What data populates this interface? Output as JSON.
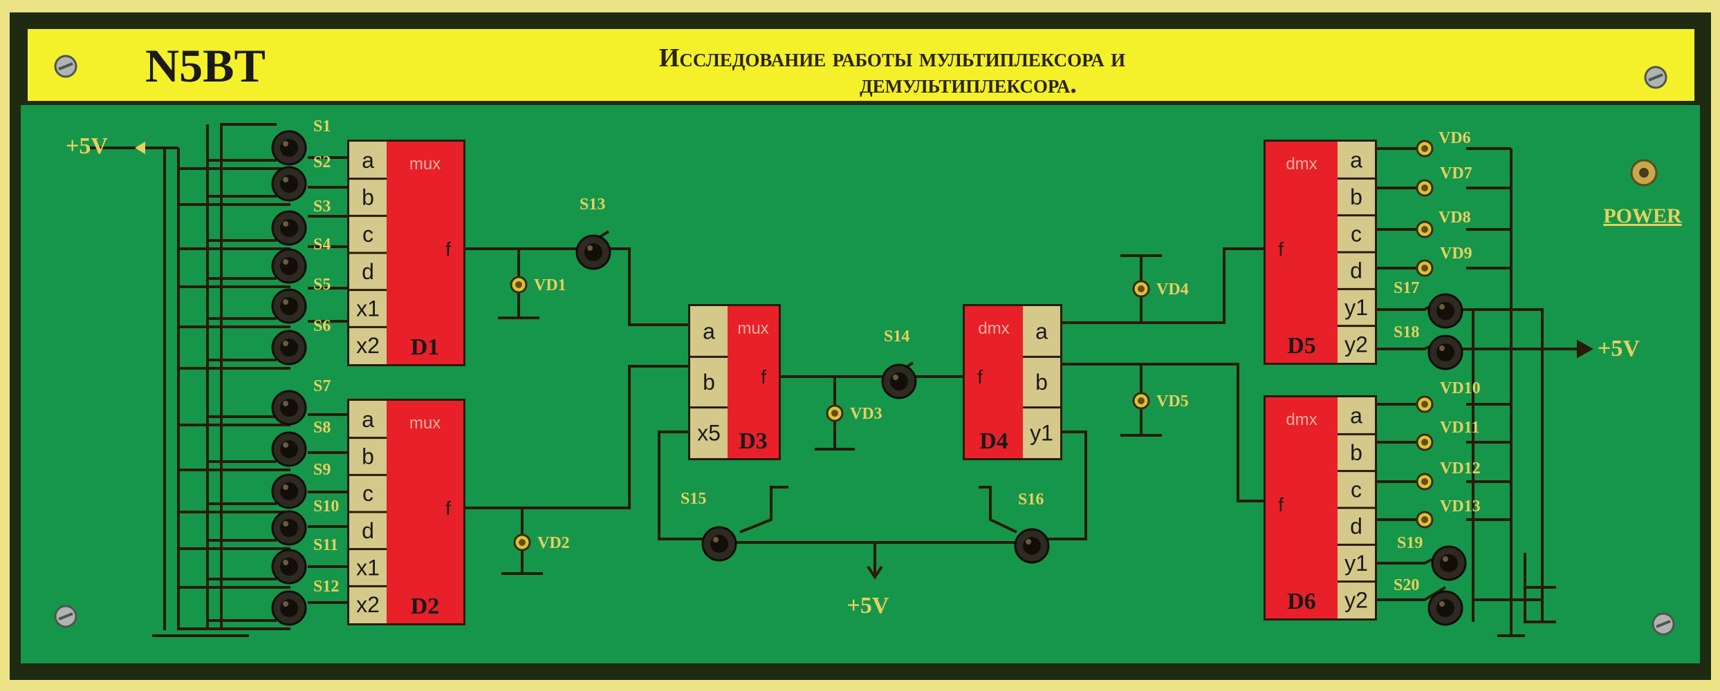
{
  "header": {
    "code": "N5BT",
    "title_line1": "Исследование работы мультиплексора и",
    "title_line2": "демультиплексора."
  },
  "power_label": "POWER",
  "supply_label": "+5V",
  "chips": [
    {
      "id": "D1",
      "type": "mux",
      "inputs": [
        "a",
        "b",
        "c",
        "d",
        "x1",
        "x2"
      ],
      "output": "f"
    },
    {
      "id": "D2",
      "type": "mux",
      "inputs": [
        "a",
        "b",
        "c",
        "d",
        "x1",
        "x2"
      ],
      "output": "f"
    },
    {
      "id": "D3",
      "type": "mux",
      "inputs": [
        "a",
        "b",
        "x5"
      ],
      "output": "f"
    },
    {
      "id": "D4",
      "type": "dmx",
      "inputs": [
        "f"
      ],
      "outputs": [
        "a",
        "b",
        "y1"
      ]
    },
    {
      "id": "D5",
      "type": "dmx",
      "inputs": [
        "f"
      ],
      "outputs": [
        "a",
        "b",
        "c",
        "d",
        "y1",
        "y2"
      ]
    },
    {
      "id": "D6",
      "type": "dmx",
      "inputs": [
        "f"
      ],
      "outputs": [
        "a",
        "b",
        "c",
        "d",
        "y1",
        "y2"
      ]
    }
  ],
  "switches": [
    "S1",
    "S2",
    "S3",
    "S4",
    "S5",
    "S6",
    "S7",
    "S8",
    "S9",
    "S10",
    "S11",
    "S12",
    "S13",
    "S14",
    "S15",
    "S16",
    "S17",
    "S18",
    "S19",
    "S20"
  ],
  "leds": [
    "VD1",
    "VD2",
    "VD3",
    "VD4",
    "VD5",
    "VD6",
    "VD7",
    "VD8",
    "VD9",
    "VD10",
    "VD11",
    "VD12",
    "VD13"
  ],
  "colors": {
    "board": "#16964a",
    "frame": "#ebe17f",
    "banner": "#f4f02a",
    "chip_red": "#e8202a",
    "chip_tan": "#d4c98a",
    "trace": "#2a1a0c"
  }
}
